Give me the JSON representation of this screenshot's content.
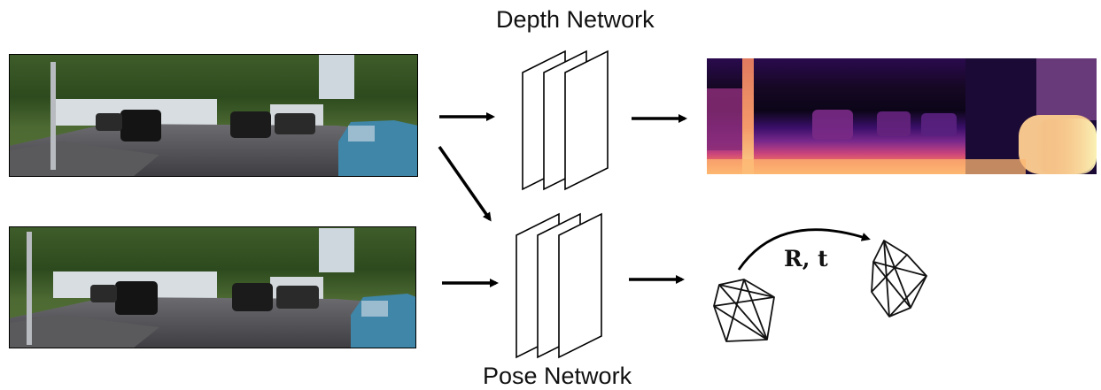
{
  "title_depth": "Depth Network",
  "title_pose": "Pose Network",
  "pose_output_label": "R, t"
}
